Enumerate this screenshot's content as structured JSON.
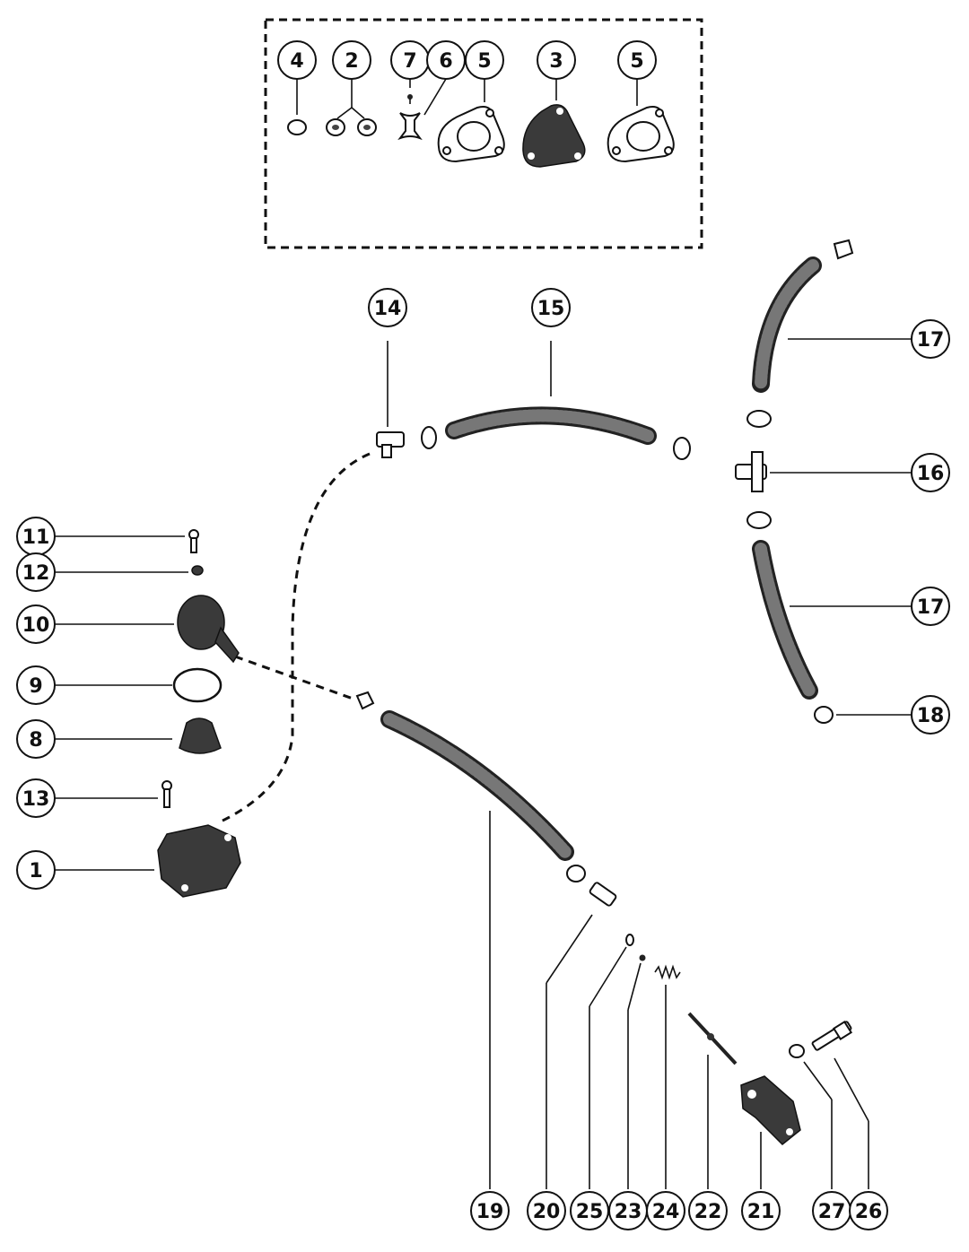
{
  "callouts": {
    "c1": "1",
    "c2": "2",
    "c3": "3",
    "c4": "4",
    "c5a": "5",
    "c5b": "5",
    "c6": "6",
    "c7": "7",
    "c8": "8",
    "c9": "9",
    "c10": "10",
    "c11": "11",
    "c12": "12",
    "c13": "13",
    "c14": "14",
    "c15": "15",
    "c16": "16",
    "c17a": "17",
    "c17b": "17",
    "c18": "18",
    "c19": "19",
    "c20": "20",
    "c21": "21",
    "c22": "22",
    "c23": "23",
    "c24": "24",
    "c25": "25",
    "c26": "26",
    "c27": "27"
  }
}
